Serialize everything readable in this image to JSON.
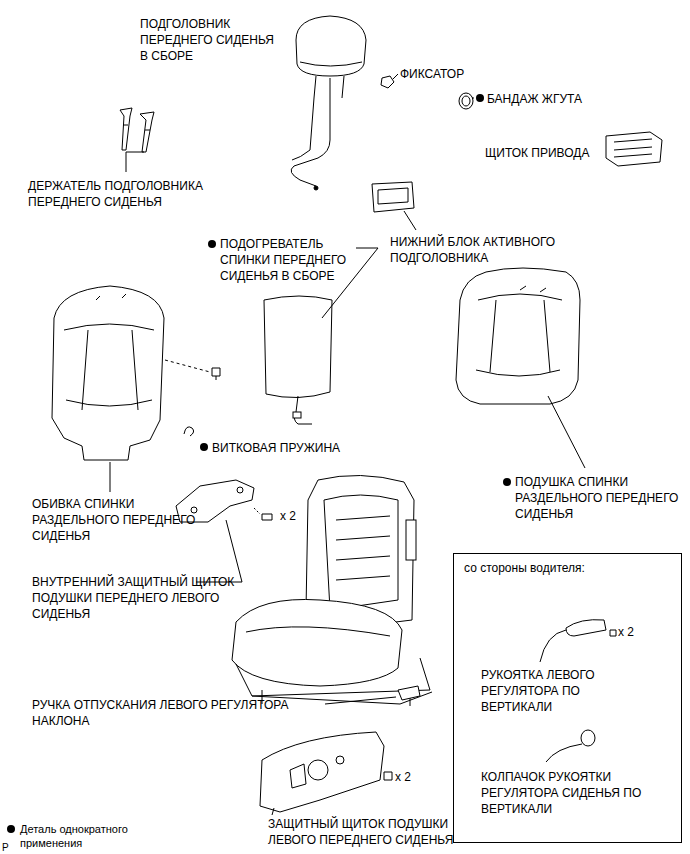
{
  "diagram": {
    "nodes": [
      {
        "text": [
          "со стороны водителя:",
          "x 2",
          "РУКОЯТКА ЛЕВОГО РЕГУЛЯТОРА ПО ВЕРТИКАЛИ",
          "КОЛПАЧОК РУКОЯТКИ РЕГУЛЯТОРА СИДЕНЬЯ ПО ВЕРТИКАЛИ"
        ]
      }
    ],
    "edges": [],
    "labels": [
      "ПОДГОЛОВНИК ПЕРЕДНЕГО СИДЕНЬЯ В СБОРЕ",
      "ФИКСАТОР",
      "БАНДАЖ ЖГУТА",
      "ЩИТОК ПРИВОДА",
      "ДЕРЖАТЕЛЬ ПОДГОЛОВНИКА ПЕРЕДНЕГО СИДЕНЬЯ",
      "ПОДОГРЕВАТЕЛЬ СПИНКИ ПЕРЕДНЕГО СИДЕНЬЯ В СБОРЕ",
      "НИЖНИЙ БЛОК АКТИВНОГО ПОДГОЛОВНИКА",
      "ВИТКОВАЯ ПРУЖИНА",
      "ПОДУШКА СПИНКИ РАЗДЕЛЬНОГО ПЕРЕДНЕГО СИДЕНЬЯ",
      "ОБИВКА СПИНКИ РАЗДЕЛЬНОГО ПЕРЕДНЕГО СИДЕНЬЯ",
      "x 2",
      "ВНУТРЕННИЙ ЗАЩИТНЫЙ ЩИТОК ПОДУШКИ ПЕРЕДНЕГО ЛЕВОГО СИДЕНЬЯ",
      "РУЧКА ОТПУСКАНИЯ ЛЕВОГО РЕГУЛЯТОРА НАКЛОНА",
      "x 2",
      "ЗАЩИТНЫЙ ЩИТОК ПОДУШКИ ЛЕВОГО ПЕРЕДНЕГО СИДЕНЬЯ",
      "P"
    ],
    "legend": [
      {
        "text": "Деталь однократного применения"
      }
    ]
  }
}
